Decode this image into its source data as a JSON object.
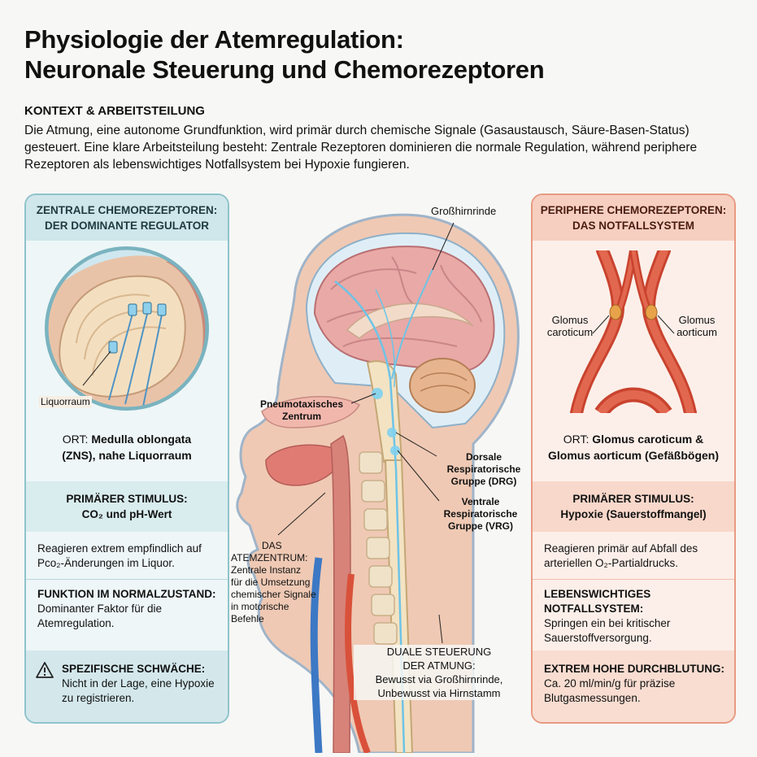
{
  "title": {
    "line1": "Physiologie der Atemregulation:",
    "line2": "Neuronale Steuerung und Chemorezeptoren"
  },
  "context": {
    "heading": "KONTEXT & ARBEITSTEILUNG",
    "text": "Die Atmung, eine autonome Grundfunktion, wird primär durch chemische Signale (Gasaustausch, Säure-Basen-Status) gesteuert. Eine klare Arbeitsteilung besteht: Zentrale Rezeptoren dominieren die normale Regulation, während periphere Rezeptoren als lebenswichtiges Notfallsystem bei Hypoxie fungieren."
  },
  "left_panel": {
    "header_line1": "ZENTRALE CHEMOREZEPTOREN:",
    "header_line2": "DER DOMINANTE REGULATOR",
    "image_label": "Liquorraum",
    "location_prefix": "ORT:",
    "location_line1": "Medulla oblongata",
    "location_line2": "(ZNS), nahe Liquorraum",
    "stimulus_heading": "PRIMÄRER STIMULUS:",
    "stimulus_value": "CO₂ und pH-Wert",
    "sensitivity_text": "Reagieren extrem empfindlich auf Pco₂-Änderungen im Liquor.",
    "function_heading": "FUNKTION IM NORMALZUSTAND:",
    "function_text": "Dominanter Faktor für die Atemregulation.",
    "weakness_heading": "SPEZIFISCHE SCHWÄCHE:",
    "weakness_text": "Nicht in der Lage, eine Hypoxie zu registrieren."
  },
  "right_panel": {
    "header_line1": "PERIPHERE CHEMOREZEPTOREN:",
    "header_line2": "DAS NOTFALLSYSTEM",
    "label_carotid_1": "Glomus",
    "label_carotid_2": "caroticum",
    "label_aortic_1": "Glomus",
    "label_aortic_2": "aorticum",
    "location_prefix": "ORT:",
    "location_line1": "Glomus caroticum &",
    "location_line2": "Glomus aorticum (Gefäßbögen)",
    "stimulus_heading": "PRIMÄRER STIMULUS:",
    "stimulus_value": "Hypoxie (Sauerstoffmangel)",
    "response_text": "Reagieren primär auf Abfall des arteriellen O₂-Partialdrucks.",
    "emergency_heading": "LEBENSWICHTIGES NOTFALLSYSTEM:",
    "emergency_text": "Springen ein bei kritischer Sauerstoffversorgung.",
    "perfusion_heading": "EXTREM HOHE DURCHBLUTUNG:",
    "perfusion_text": "Ca. 20 ml/min/g für präzise Blutgasmessungen."
  },
  "center": {
    "cortex_label": "Großhirnrinde",
    "pneumotaxic_1": "Pneumotaxisches",
    "pneumotaxic_2": "Zentrum",
    "drg_1": "Dorsale",
    "drg_2": "Respiratorische",
    "drg_3": "Gruppe (DRG)",
    "vrg_1": "Ventrale",
    "vrg_2": "Respiratorische",
    "vrg_3": "Gruppe (VRG)",
    "atemzentrum_1": "DAS",
    "atemzentrum_2": "ATEMZENTRUM:",
    "atemzentrum_3": "Zentrale Instanz",
    "atemzentrum_4": "für die Umsetzung",
    "atemzentrum_5": "chemischer Signale",
    "atemzentrum_6": "in motorische",
    "atemzentrum_7": "Befehle",
    "dual_1": "DUALE STEUERUNG",
    "dual_2": "DER ATMUNG:",
    "dual_3": "Bewusst via Großhirnrinde,",
    "dual_4": "Unbewusst via Hirnstamm"
  },
  "colors": {
    "central_accent": "#8fc3cc",
    "peripheral_accent": "#e89a82",
    "artery": "#d9513a",
    "nerve": "#6ec3e6"
  }
}
